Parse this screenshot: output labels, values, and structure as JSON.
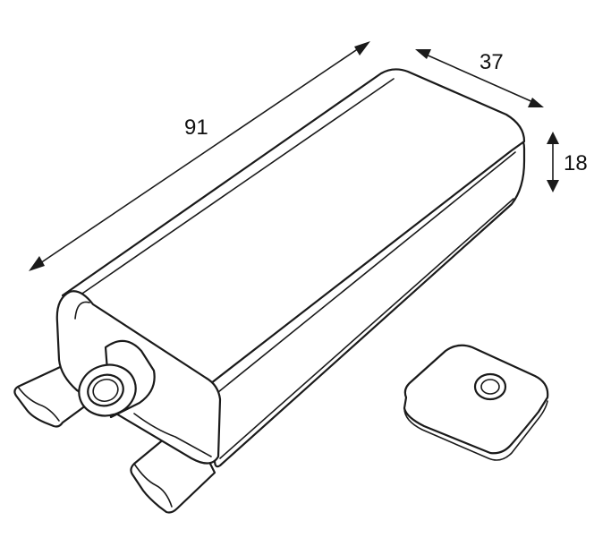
{
  "dimensions": {
    "length": "91",
    "width": "37",
    "height": "18"
  },
  "colors": {
    "line": "#1a1a1a",
    "background": "#ffffff"
  }
}
